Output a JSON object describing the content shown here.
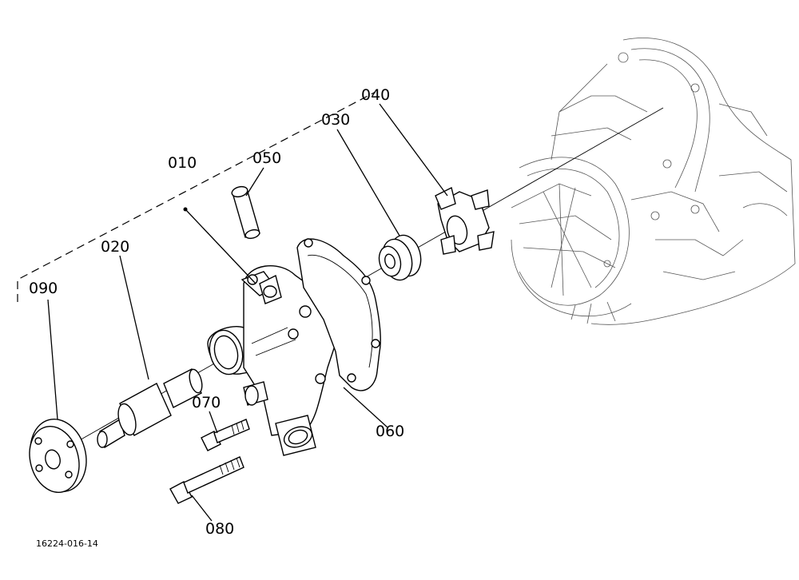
{
  "parts": {
    "p010": "010",
    "p020": "020",
    "p030": "030",
    "p040": "040",
    "p050": "050",
    "p060": "060",
    "p070": "070",
    "p080": "080",
    "p090": "090"
  },
  "figure_id": "16224-016-14"
}
